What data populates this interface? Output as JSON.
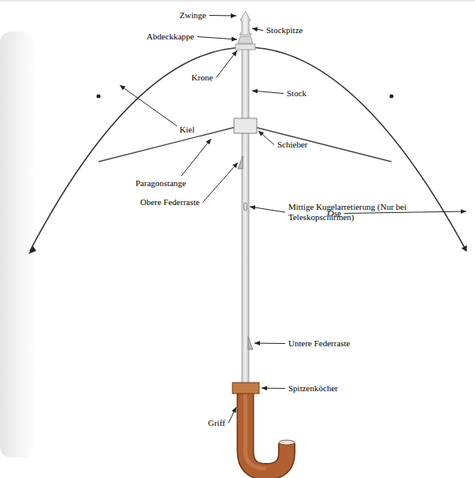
{
  "diagram": {
    "labels": [
      "Zwinge",
      "Stockpitze",
      "Abdeckkappe",
      "Krone",
      "Stock",
      "Kiel",
      "Schieber",
      "Paragonstange",
      "Obere Federraste",
      "Öse",
      "Mittige Kugelarretierung (Nur bei Teleskopschirmen)",
      "Untere Federraste",
      "Spitzenköcher",
      "Griff"
    ]
  }
}
